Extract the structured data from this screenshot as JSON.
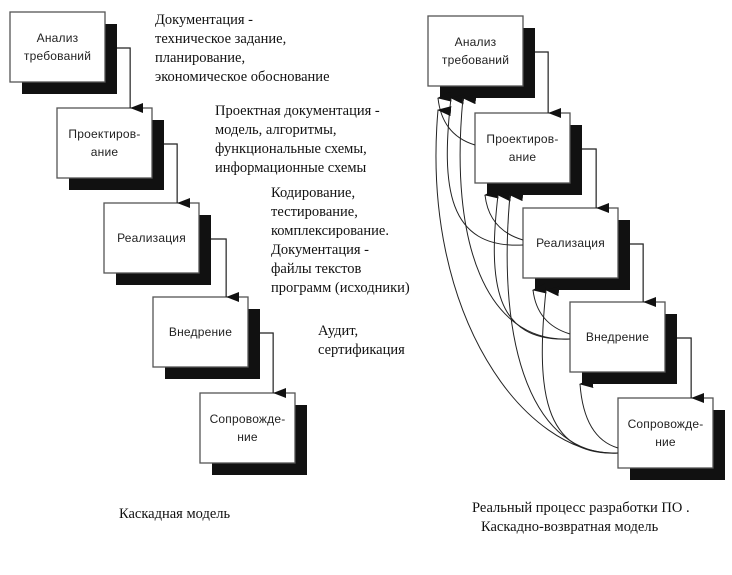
{
  "left_diagram": {
    "caption": "Каскадная модель",
    "stages": [
      {
        "label_lines": [
          "Анализ",
          "требований"
        ]
      },
      {
        "label_lines": [
          "Проектиров-",
          "ание"
        ]
      },
      {
        "label_lines": [
          "Реализация"
        ]
      },
      {
        "label_lines": [
          "Внедрение"
        ]
      },
      {
        "label_lines": [
          "Сопровожде-",
          "ние"
        ]
      }
    ],
    "notes": [
      {
        "lines": [
          "Документация -",
          "техническое задание,",
          "планирование,",
          "экономическое обоснование"
        ]
      },
      {
        "lines": [
          "Проектная документация -",
          "модель, алгоритмы,",
          "функциональные схемы,",
          "информационные схемы"
        ]
      },
      {
        "lines": [
          "Кодирование,",
          "тестирование,",
          "комплексирование.",
          "Документация -",
          "файлы текстов",
          "программ (исходники)"
        ]
      },
      {
        "lines": [
          "Аудит,",
          "сертификация"
        ]
      }
    ]
  },
  "right_diagram": {
    "caption_lines": [
      "Реальный процесс разработки ПО .",
      "Каскадно-возвратная модель"
    ],
    "stages": [
      {
        "label_lines": [
          "Анализ",
          "требований"
        ]
      },
      {
        "label_lines": [
          "Проектиров-",
          "ание"
        ]
      },
      {
        "label_lines": [
          "Реализация"
        ]
      },
      {
        "label_lines": [
          "Внедрение"
        ]
      },
      {
        "label_lines": [
          "Сопровожде-",
          "ние"
        ]
      }
    ],
    "feedback_links": [
      {
        "from": 1,
        "to": 0
      },
      {
        "from": 2,
        "to": 0
      },
      {
        "from": 2,
        "to": 1
      },
      {
        "from": 3,
        "to": 0
      },
      {
        "from": 3,
        "to": 1
      },
      {
        "from": 3,
        "to": 2
      },
      {
        "from": 4,
        "to": 0
      },
      {
        "from": 4,
        "to": 1
      },
      {
        "from": 4,
        "to": 2
      },
      {
        "from": 4,
        "to": 3
      }
    ]
  },
  "colors": {
    "box_fill": "#ffffff",
    "box_border": "#555555",
    "shadow": "#111111",
    "line": "#222222"
  }
}
